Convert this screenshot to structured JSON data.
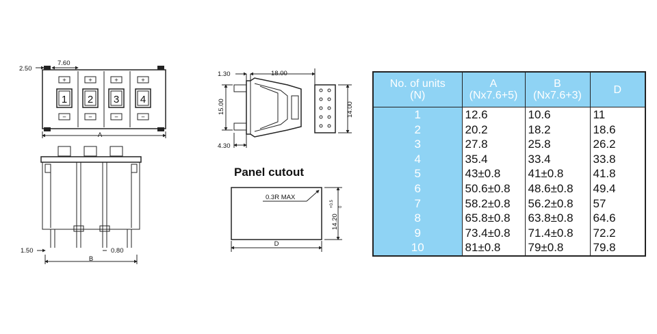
{
  "front_view": {
    "dims": {
      "left_offset": "2.50",
      "pitch": "7.60",
      "width": "A"
    },
    "units": [
      "1",
      "2",
      "3",
      "4"
    ],
    "plus": "+",
    "minus": "−"
  },
  "bottom_view": {
    "dims": {
      "pin_offset": "1.50",
      "pin_width": "0.80",
      "span": "B"
    }
  },
  "side_view": {
    "dims": {
      "top_offset": "1.30",
      "length": "18.00",
      "height": "15.00",
      "bottom_offset": "4.30",
      "frame_height": "14.00"
    }
  },
  "panel_cutout": {
    "title": "Panel cutout",
    "radius": "0.3R  MAX",
    "height": "14.20",
    "tolerance": "+0.5",
    "tolerance_lower": "0",
    "width": "D"
  },
  "table": {
    "headers": [
      {
        "line1": "No. of units",
        "line2": "(N)"
      },
      {
        "line1": "A",
        "line2": "(Nx7.6+5)"
      },
      {
        "line1": "B",
        "line2": "(Nx7.6+3)"
      },
      {
        "line1": "D",
        "line2": ""
      }
    ],
    "rows": [
      {
        "n": "1",
        "a": "12.6",
        "b": "10.6",
        "d": "11"
      },
      {
        "n": "2",
        "a": "20.2",
        "b": "18.2",
        "d": "18.6"
      },
      {
        "n": "3",
        "a": "27.8",
        "b": "25.8",
        "d": "26.2"
      },
      {
        "n": "4",
        "a": "35.4",
        "b": "33.4",
        "d": "33.8"
      },
      {
        "n": "5",
        "a": "43±0.8",
        "b": "41±0.8",
        "d": "41.8"
      },
      {
        "n": "6",
        "a": "50.6±0.8",
        "b": "48.6±0.8",
        "d": "49.4"
      },
      {
        "n": "7",
        "a": "58.2±0.8",
        "b": "56.2±0.8",
        "d": "57"
      },
      {
        "n": "8",
        "a": "65.8±0.8",
        "b": "63.8±0.8",
        "d": "64.6"
      },
      {
        "n": "9",
        "a": "73.4±0.8",
        "b": "71.4±0.8",
        "d": "72.2"
      },
      {
        "n": "10",
        "a": "81±0.8",
        "b": "79±0.8",
        "d": "79.8"
      }
    ]
  }
}
